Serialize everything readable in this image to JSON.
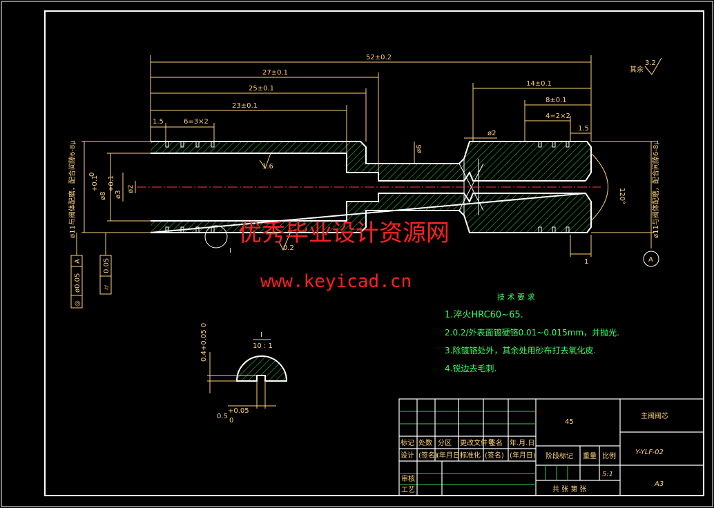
{
  "drawing": {
    "dims": {
      "overall": "52±0.2",
      "d27": "27±0.1",
      "d25": "25±0.1",
      "d23": "23±0.1",
      "d14": "14±0.1",
      "d8": "8±0.1",
      "grooves_left": "6=3×2",
      "grooves_right": "4=2×2",
      "step_left": "1.5",
      "step_right": "1.5",
      "phi2": "ø2",
      "phi6": "ø6",
      "phi8": "ø8",
      "phi3": "ø3",
      "phi2_inner": "ø2",
      "tol_plus": "+0.1",
      "tol_zero": "0",
      "left_vertical": "ø11与阀体配磨，配合间隙6-8μ",
      "right_vertical": "ø11与阀体配磨，配合间隙6-8μ",
      "angle": "120°",
      "roughness_inner": "1.6",
      "roughness_small": "0.2",
      "roughness_rest_label": "其余",
      "roughness_rest": "3.2",
      "section_mark": "I",
      "datum": "A",
      "right_small": "1"
    },
    "gdt": {
      "coaxiality_symbol": "◎",
      "coaxiality_value": "ø0.05",
      "coaxiality_datum": "A",
      "cyl_symbol": "⌭",
      "cyl_value": "0.05"
    },
    "detail": {
      "label": "I",
      "scale": "10 : 1",
      "dim_vertical": "0.4+0.05 0",
      "dim_bottom_main": "0.5",
      "dim_bottom_tol": "+0.05",
      "dim_bottom_zero": "0"
    }
  },
  "watermark": {
    "cn": "优秀毕业设计资源网",
    "url": "www.keyicad.cn"
  },
  "tech": {
    "title": "技 术 要 求",
    "items": [
      "1.淬火HRC60~65.",
      "2.0.2/外表面镀硬铬0.01~0.015mm，并抛光.",
      "3.除镀铬处外，其余处用砂布打去氧化皮.",
      "4.锐边去毛刺."
    ]
  },
  "title_block": {
    "material": "45",
    "part_name": "主阀阀芯",
    "drawing_no": "Y-YLF-02",
    "sheet_size": "A3",
    "row1": [
      "标记",
      "处数",
      "分区",
      "更改文件号",
      "签名",
      "年.月.日"
    ],
    "row2": [
      "设计",
      "(签名)",
      "(年月日)",
      "标准化",
      "(签名)",
      "(年月日)"
    ],
    "stage_label": "阶段标记",
    "weight_label": "重量",
    "scale_label": "比例",
    "scale_value": "5:1",
    "review": "审核",
    "process": "工艺",
    "sheet_count": "共  张  第  张"
  }
}
